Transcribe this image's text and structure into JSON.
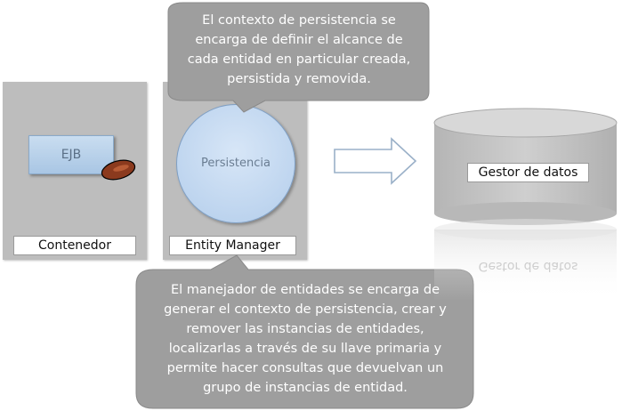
{
  "container": {
    "label": "Contenedor",
    "ejb_label": "EJB"
  },
  "entity_manager": {
    "label": "Entity Manager",
    "circle_label": "Persistencia"
  },
  "database": {
    "label": "Gestor de datos"
  },
  "callout_top": {
    "lines": [
      "El contexto de persistencia se",
      "encarga de definir el alcance de",
      "cada entidad en particular creada,",
      "persistida y removida."
    ]
  },
  "callout_bottom": {
    "lines": [
      "El manejador de entidades se  encarga de",
      "generar el contexto de persistencia, crear y",
      "remover las instancias de entidades,",
      "localizarlas a través de su llave primaria y",
      "permite hacer consultas que devuelvan un",
      "grupo de instancias de entidad."
    ]
  },
  "colors": {
    "panel": "#bdbdbd",
    "callout": "#9e9e9e",
    "circle": "#b3cdeb",
    "ejb_box": "#b8d0ea",
    "bean": "#8b3a1e"
  },
  "icons": {
    "bean": "bean-icon",
    "arrow": "right-arrow-icon",
    "database": "database-cylinder-icon"
  }
}
